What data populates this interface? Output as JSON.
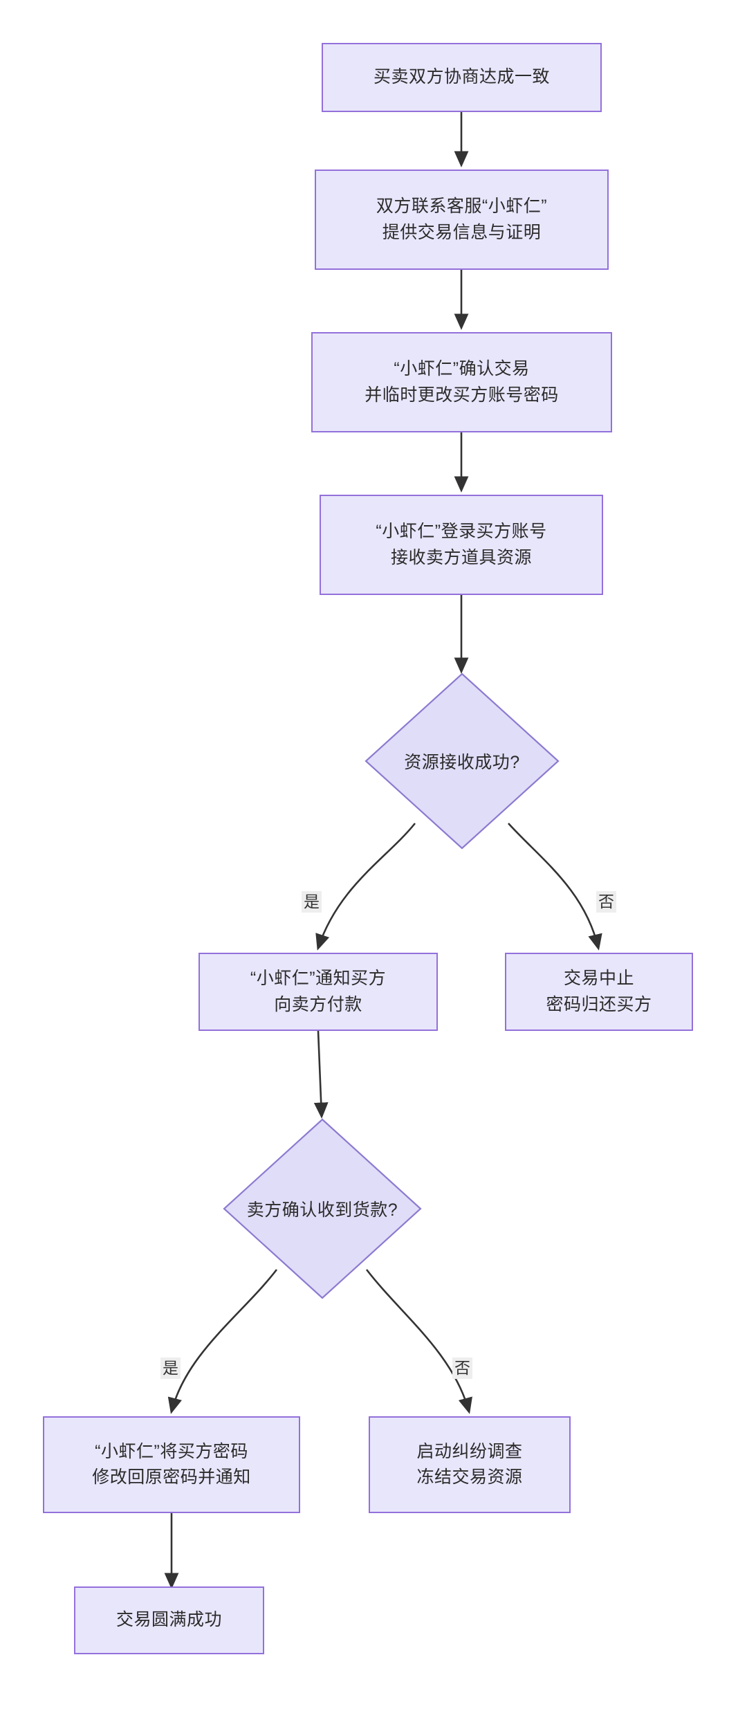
{
  "diagram": {
    "type": "flowchart",
    "orientation": "top-to-bottom",
    "theme": {
      "node_fill": "#e8e6fb",
      "node_border": "#9370db",
      "edge_color": "#333333",
      "edge_label_bg": "#eeeeee",
      "text_color": "#2b2b2b",
      "background": "#ffffff"
    },
    "nodes": {
      "n1": {
        "shape": "rect",
        "lines": [
          "买卖双方协商达成一致"
        ]
      },
      "n2": {
        "shape": "rect",
        "lines": [
          "双方联系客服“小虾仁”",
          "提供交易信息与证明"
        ]
      },
      "n3": {
        "shape": "rect",
        "lines": [
          "“小虾仁”确认交易",
          "并临时更改买方账号密码"
        ]
      },
      "n4": {
        "shape": "rect",
        "lines": [
          "“小虾仁”登录买方账号",
          "接收卖方道具资源"
        ]
      },
      "d1": {
        "shape": "diamond",
        "lines": [
          "资源接收成功?"
        ]
      },
      "n5": {
        "shape": "rect",
        "lines": [
          "“小虾仁”通知买方",
          "向卖方付款"
        ]
      },
      "n6": {
        "shape": "rect",
        "lines": [
          "交易中止",
          "密码归还买方"
        ]
      },
      "d2": {
        "shape": "diamond",
        "lines": [
          "卖方确认收到货款?"
        ]
      },
      "n7": {
        "shape": "rect",
        "lines": [
          "“小虾仁”将买方密码",
          "修改回原密码并通知"
        ]
      },
      "n8": {
        "shape": "rect",
        "lines": [
          "启动纠纷调查",
          "冻结交易资源"
        ]
      },
      "n9": {
        "shape": "rect",
        "lines": [
          "交易圆满成功"
        ]
      }
    },
    "edge_labels": {
      "d1_yes": "是",
      "d1_no": "否",
      "d2_yes": "是",
      "d2_no": "否"
    },
    "edges": [
      {
        "from": "n1",
        "to": "n2",
        "label": ""
      },
      {
        "from": "n2",
        "to": "n3",
        "label": ""
      },
      {
        "from": "n3",
        "to": "n4",
        "label": ""
      },
      {
        "from": "n4",
        "to": "d1",
        "label": ""
      },
      {
        "from": "d1",
        "to": "n5",
        "label": "是"
      },
      {
        "from": "d1",
        "to": "n6",
        "label": "否"
      },
      {
        "from": "n5",
        "to": "d2",
        "label": ""
      },
      {
        "from": "d2",
        "to": "n7",
        "label": "是"
      },
      {
        "from": "d2",
        "to": "n8",
        "label": "否"
      },
      {
        "from": "n7",
        "to": "n9",
        "label": ""
      }
    ]
  }
}
